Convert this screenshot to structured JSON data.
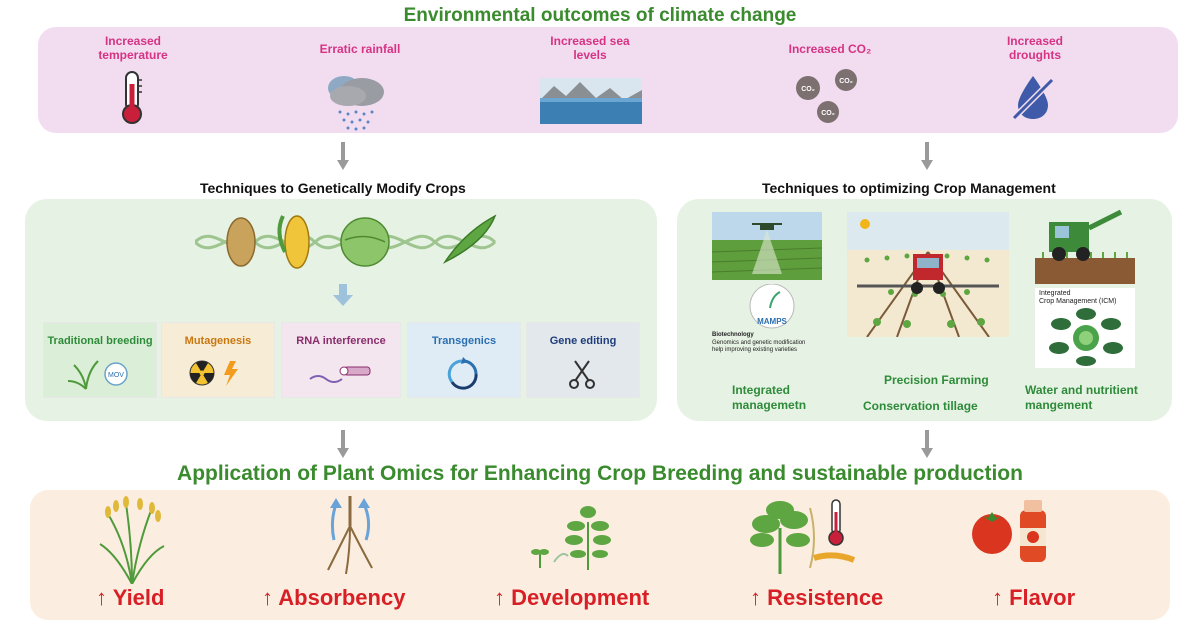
{
  "title": "Environmental outcomes of climate change",
  "env_items": [
    {
      "label": "Increased temperature",
      "icon": "thermometer-icon"
    },
    {
      "label": "Erratic rainfall",
      "icon": "rain-cloud-icon"
    },
    {
      "label": "Increased sea levels",
      "icon": "sea-level-icon"
    },
    {
      "label": "Increased CO₂",
      "icon": "co2-icon"
    },
    {
      "label": "Increased droughts",
      "icon": "no-water-icon"
    }
  ],
  "co2_bubbles": [
    "CO₂",
    "CO₂",
    "CO₂"
  ],
  "sections": {
    "genetic": "Techniques to Genetically Modify Crops",
    "management": "Techniques to optimizing Crop Management"
  },
  "techniques": [
    {
      "label": "Traditional breeding",
      "color": "#2e8b3a",
      "bg": "#dbeed8",
      "icon": "sprout-icon"
    },
    {
      "label": "Mutagenesis",
      "color": "#c9770f",
      "bg": "#f7ecd6",
      "icon": "radiation-icon"
    },
    {
      "label": "RNA interference",
      "color": "#8a2e6e",
      "bg": "#f3e6ee",
      "icon": "rna-icon"
    },
    {
      "label": "Transgenics",
      "color": "#2a6fb0",
      "bg": "#e0ecf5",
      "icon": "cycle-icon"
    },
    {
      "label": "Gene editing",
      "color": "#1f3d7a",
      "bg": "#e3e8ec",
      "icon": "scissors-icon"
    }
  ],
  "badge_text": "MOV",
  "biotech": {
    "heading": "Biotechnology",
    "body": "Genomics and genetic modification help improving existing varieties",
    "logo": "MAMPS"
  },
  "management_labels": {
    "integrated": "Integrated managemetn",
    "precision": "Precision Farming",
    "conservation": "Conservation tillage",
    "water": "Water and nutritient mangement"
  },
  "icm": {
    "line1": "Integrated",
    "line2": "Crop Management (ICM)"
  },
  "application_title": "Application of Plant Omics for Enhancing Crop Breeding and sustainable production",
  "outcomes": [
    {
      "label": "↑ Yield"
    },
    {
      "label": "↑ Absorbency"
    },
    {
      "label": "↑ Development"
    },
    {
      "label": "↑ Resistence"
    },
    {
      "label": "↑ Flavor"
    }
  ],
  "colors": {
    "green_title": "#3a8a2e",
    "pink_label": "#d63384",
    "red_outcome": "#d81f26",
    "env_bg": "#f2dcef",
    "panel_bg": "#e6f2e3",
    "app_bg": "#fbeee0"
  }
}
